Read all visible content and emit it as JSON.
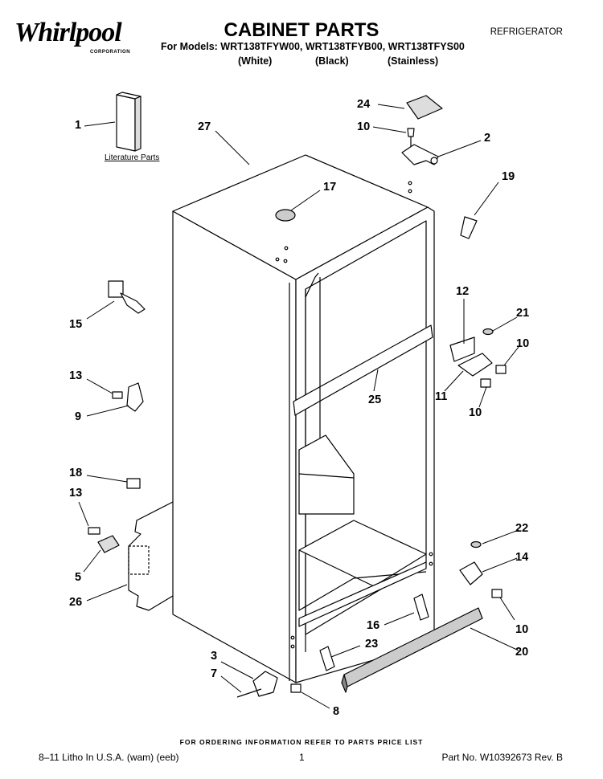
{
  "header": {
    "brand": "Whirlpool",
    "brand_sub": "CORPORATION",
    "title": "CABINET PARTS",
    "models": "For Models: WRT138TFYW00, WRT138TFYB00, WRT138TFYS00",
    "variants": [
      "(White)",
      "(Black)",
      "(Stainless)"
    ],
    "category": "REFRIGERATOR"
  },
  "literature_label": "Literature Parts",
  "callouts": [
    "1",
    "27",
    "24",
    "10",
    "2",
    "17",
    "19",
    "15",
    "12",
    "21",
    "10",
    "13",
    "11",
    "25",
    "10",
    "9",
    "18",
    "13",
    "22",
    "14",
    "5",
    "26",
    "16",
    "10",
    "23",
    "20",
    "3",
    "7",
    "8"
  ],
  "footer": {
    "ordering": "FOR ORDERING INFORMATION REFER TO PARTS PRICE LIST",
    "litho": "8–11 Litho In U.S.A. (wam) (eeb)",
    "page": "1",
    "part_no": "Part No. W10392673 Rev. B"
  }
}
